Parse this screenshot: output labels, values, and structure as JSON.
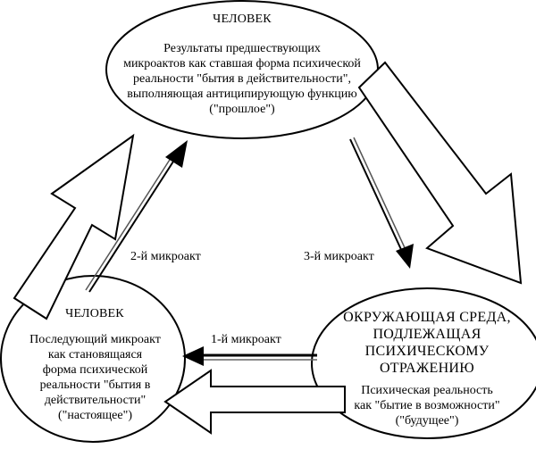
{
  "top_node": {
    "heading": "ЧЕЛОВЕК",
    "lines": [
      "Результаты предшествующих",
      "микроактов как ставшая форма психической",
      "реальности \"бытия в действительности\",",
      "выполняющая антиципирующую функцию",
      "(\"прошлое\")"
    ]
  },
  "left_node": {
    "heading": "ЧЕЛОВЕК",
    "lines": [
      "Последующий микроакт",
      "как становящаяся",
      "форма психической",
      "реальности \"бытия в",
      "действительности\"",
      "(\"настоящее\")"
    ]
  },
  "right_node": {
    "heading_lines": [
      "ОКРУЖАЮЩАЯ СРЕДА,",
      "ПОДЛЕЖАЩАЯ",
      "ПСИХИЧЕСКОМУ",
      "ОТРАЖЕНИЮ"
    ],
    "lines": [
      "Психическая  реальность",
      "как \"бытие в возможности\"",
      "(\"будущее\")"
    ]
  },
  "edge_labels": {
    "first": "1-й микроакт",
    "second": "2-й микроакт",
    "third": "3-й микроакт"
  }
}
